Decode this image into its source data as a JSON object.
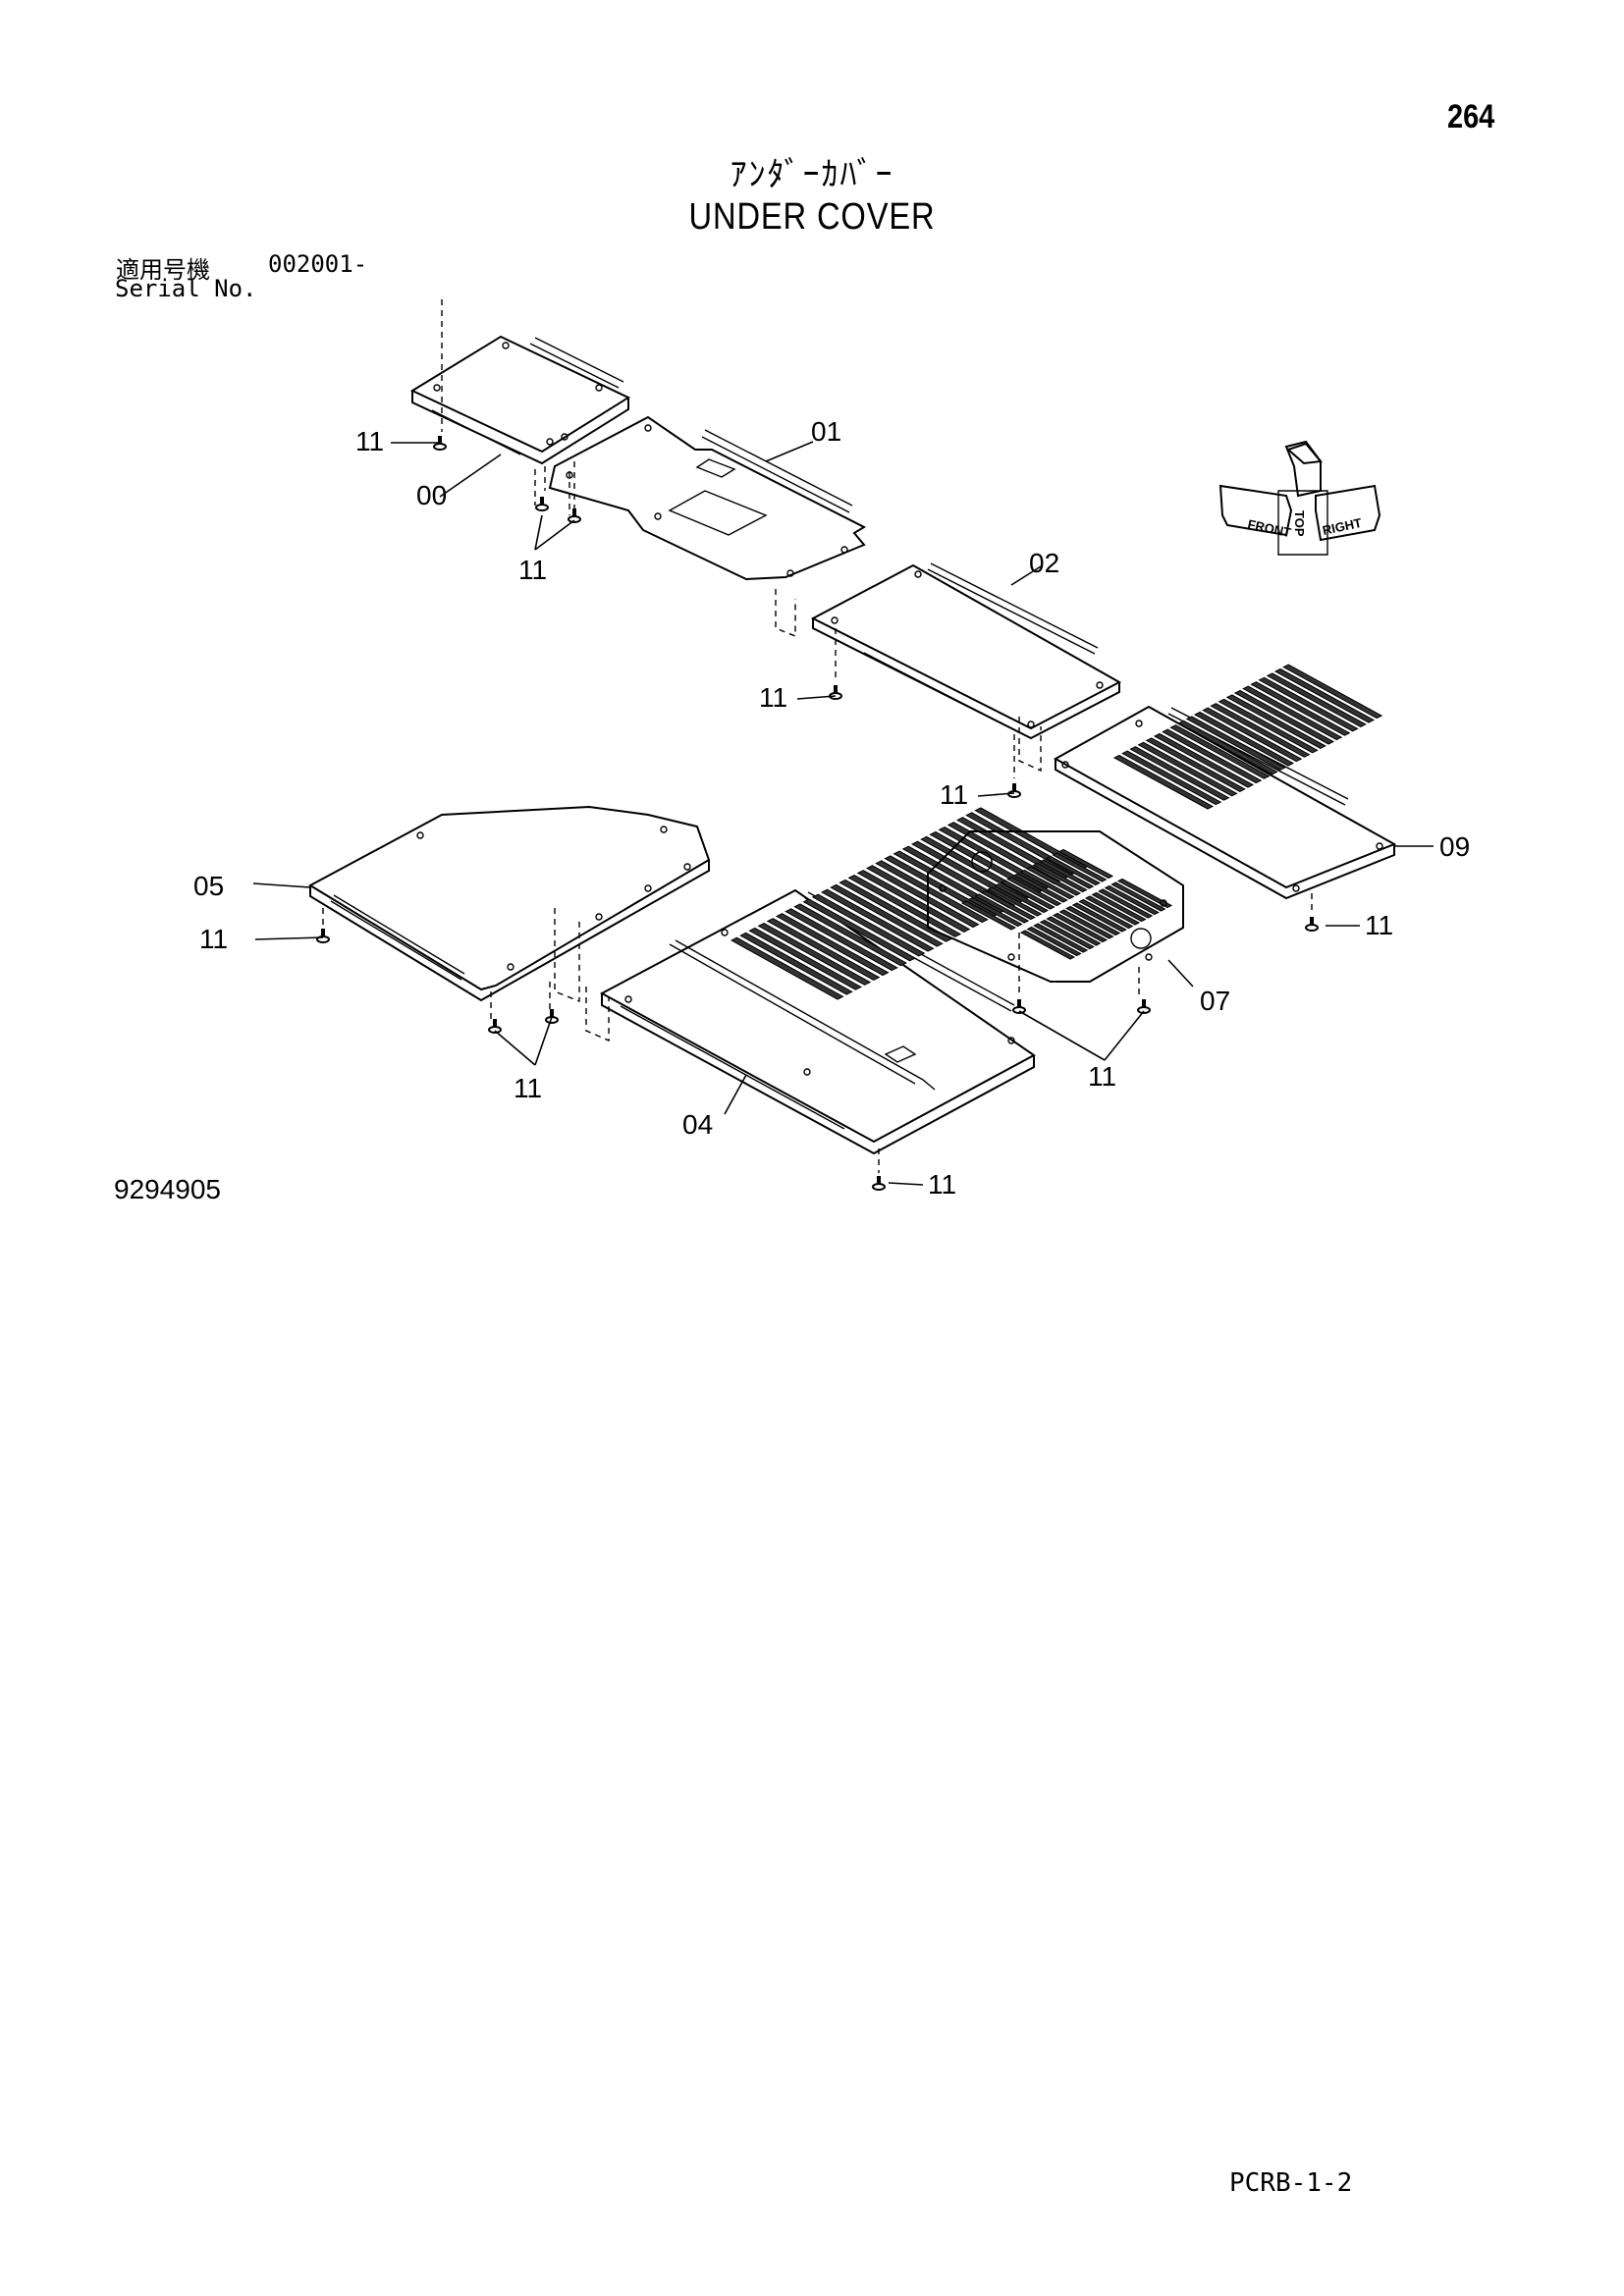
{
  "header": {
    "page_number": "264",
    "title_ja": "ｱﾝﾀﾞｰｶﾊﾞｰ",
    "title_en": "UNDER COVER",
    "serial_label_ja": "適用号機",
    "serial_value": "002001-",
    "serial_label_en": "Serial No."
  },
  "footer": {
    "drawing_number": "9294905",
    "page_code": "PCRB-1-2"
  },
  "orientation_icon": {
    "labels": [
      "TOP",
      "FRONT",
      "RIGHT"
    ]
  },
  "callouts": [
    {
      "id": "00",
      "text": "00"
    },
    {
      "id": "01",
      "text": "01"
    },
    {
      "id": "02",
      "text": "02"
    },
    {
      "id": "04",
      "text": "04"
    },
    {
      "id": "05",
      "text": "05"
    },
    {
      "id": "07",
      "text": "07"
    },
    {
      "id": "09",
      "text": "09"
    },
    {
      "id": "11",
      "text": "11"
    }
  ]
}
